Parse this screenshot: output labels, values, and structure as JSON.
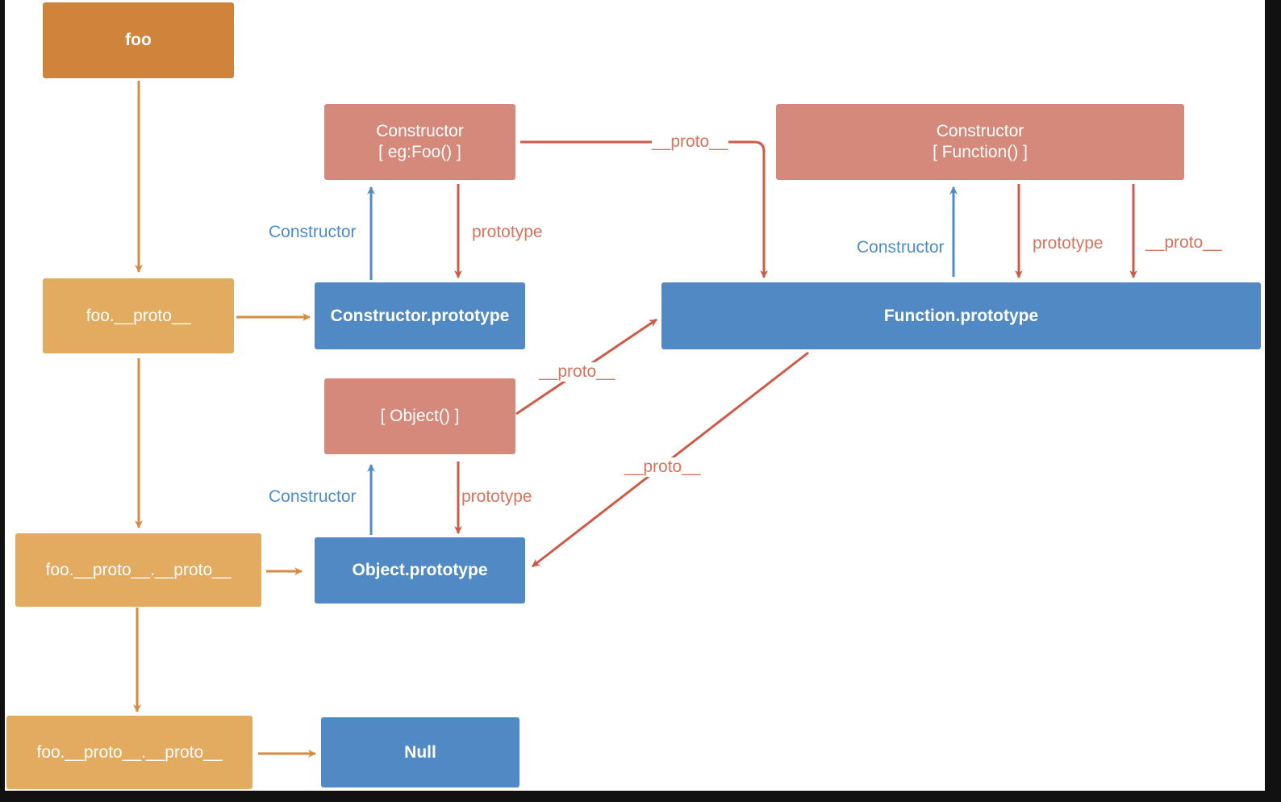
{
  "nodes": {
    "foo": "foo",
    "foo_proto": "foo.__proto__",
    "foo_proto_proto": "foo.__proto__.__proto__",
    "foo_proto_proto_proto": "foo.__proto__.__proto__",
    "ctor_foo_line1": "Constructor",
    "ctor_foo_line2": "[ eg:Foo() ]",
    "ctor_function_line1": "Constructor",
    "ctor_function_line2": "[ Function() ]",
    "object_ctor": "[ Object() ]",
    "constructor_prototype": "Constructor.prototype",
    "function_prototype": "Function.prototype",
    "object_prototype": "Object.prototype",
    "null": "Null"
  },
  "edge_labels": {
    "constructor_1": "Constructor",
    "prototype_1": "prototype",
    "proto_1": "__proto__",
    "constructor_2": "Constructor",
    "prototype_2": "prototype",
    "proto_2": "__proto__",
    "proto_3": "__proto__",
    "constructor_3": "Constructor",
    "prototype_3": "prototype",
    "proto_4": "__proto__"
  },
  "colors": {
    "orange_dark": "#d0843b",
    "orange_light": "#e2ab5f",
    "salmon": "#d4897a",
    "blue": "#5189c4",
    "arrow_orange": "#d98a3d",
    "arrow_red": "#cf5a45",
    "arrow_blue": "#4d8ccb"
  }
}
